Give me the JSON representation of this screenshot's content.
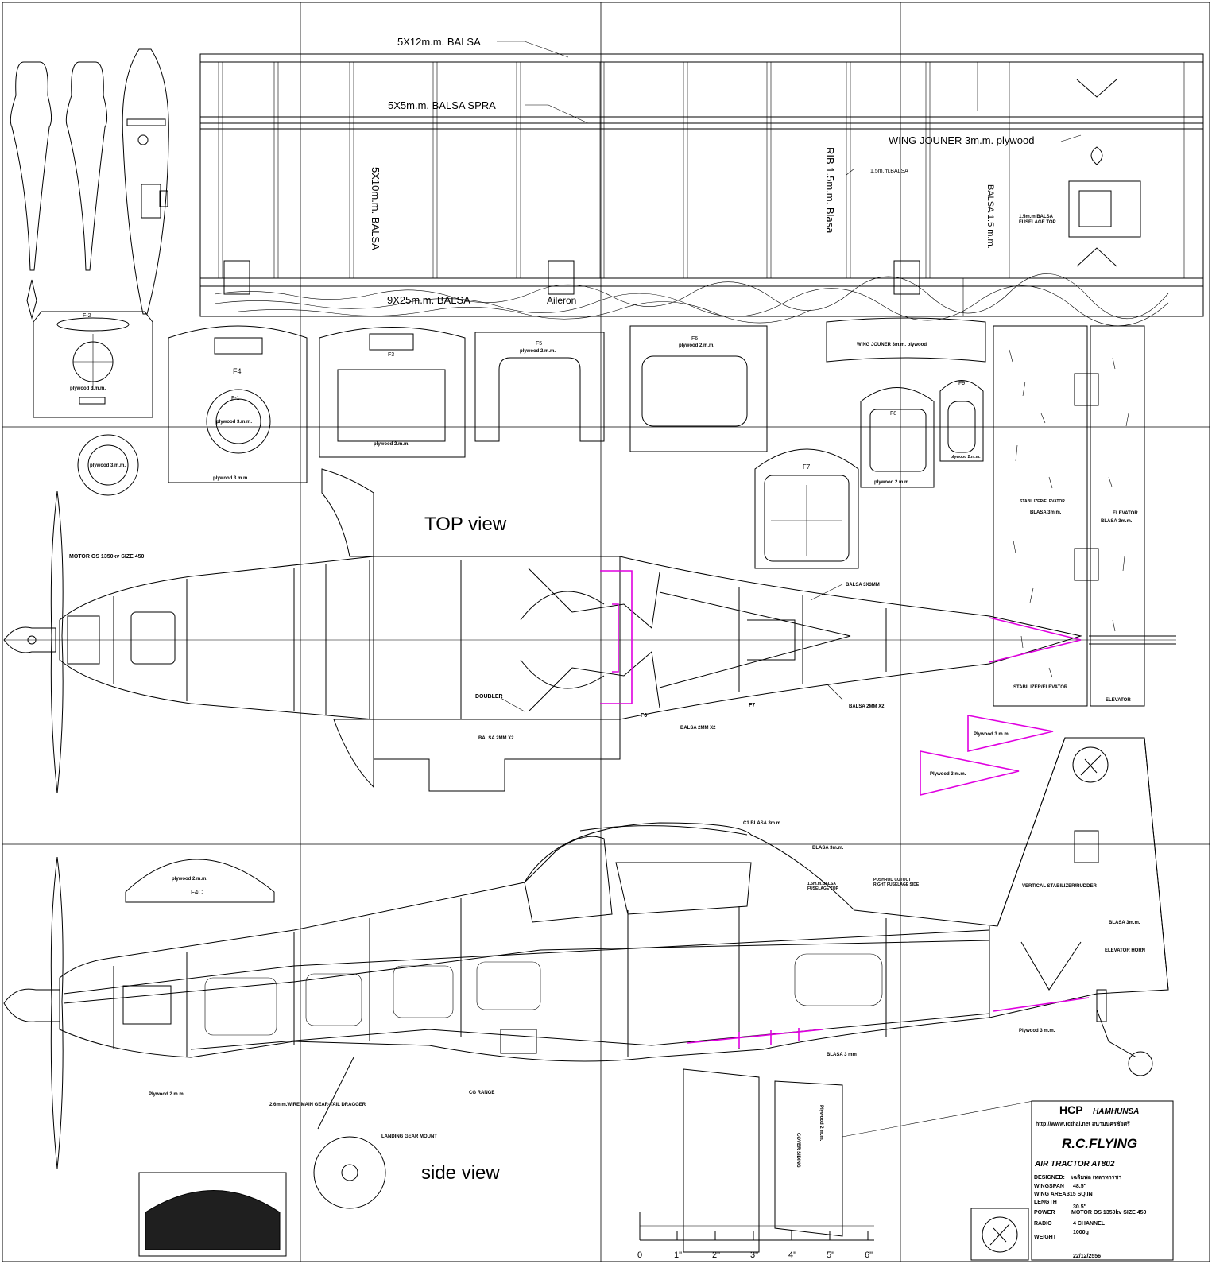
{
  "wing_plan": {
    "spar_top": "5X12m.m. BALSA",
    "spar": "5X5m.m. BALSA SPRA",
    "rib_label": "RIB 1.5m.m. Blasa",
    "rib_small": "1.5m.m.BALSA",
    "joiner": "WING JOUNER 3m.m. plywood",
    "le_label": "5X10m.m. BALSA",
    "te_label": "9X25m.m. BALSA",
    "aileron": "Aileron",
    "balsa_sheet": "BALSA 1.5 m.m.",
    "fuselage_top": "1.5m.m.BALSA\nFUSELAGE TOP"
  },
  "formers": {
    "f2": "F-2",
    "f2_mat": "plywood 3.m.m.",
    "f1_mat": "plywood 3.m.m.",
    "f4": "F4",
    "f1": "F-1",
    "f4_mat": "plywood 3.m.m.",
    "f4_inner": "plywood 3.m.m.",
    "f3": "F3",
    "f3_mat": "plywood 2.m.m.",
    "f5": "F5",
    "f5_mat": "plywood 2.m.m.",
    "f6": "F6",
    "f6_mat": "plywood 2.m.m.",
    "joiner_part": "WING JOUNER 3m.m. plywood",
    "f8": "F8",
    "f8_mat": "plywood 2.m.m.",
    "f9": "F9",
    "f9_mat": "plywood 2.m.m.",
    "f7": "F7",
    "f4c_mat": "plywood 2.m.m.",
    "f4c": "F4C"
  },
  "top_view": {
    "title": "TOP view",
    "motor": "MOTOR OS 1350kv SIZE 450",
    "balsa3x3": "BALSA 3X3MM",
    "doubler": "DOUBLER",
    "balsa2mm": "BALSA 2MM X2",
    "balsa2mm_b": "BALSA 2MM X2",
    "balsa2mm_c": "BALSA 2MM X2",
    "f7": "F7",
    "f6": "F6"
  },
  "stabilizer": {
    "label1": "STABILIZER/ELEVATOR",
    "label2": "BLASA 3m.m.",
    "elevator": "ELEVATOR",
    "elevator_mat": "BLASA 3m.m.",
    "label3": "STABILIZER/ELEVATOR",
    "elevator2": "ELEVATOR",
    "ply1": "Plywood 3 m.m.",
    "ply2": "Plywood 3 m.m."
  },
  "side_view": {
    "title": "side view",
    "c1": "C1 BLASA 3m.m.",
    "blasa3": "BLASA 3m.m.",
    "pushrod": "PUSHROD CUTOUT\nRIGHT FUSELAGE SIDE",
    "fus_top": "1.5m.m.BALSA\nFUSELAGE TOP",
    "vert": "VERTICAL STABILIZER/RUDDER",
    "blasa3b": "BLASA 3m.m.",
    "horn": "ELEVATOR HORN",
    "ply3": "Plywood 3 m.m.",
    "ply2": "Plywood 2 m.m.",
    "wire": "2.6m.m.WIRE MAIN GEAR-TAIL DRAGGER",
    "cg": "CG RANGE",
    "lgm": "LANDING GEAR MOUNT",
    "blasa3mm": "BLASA 3 mm",
    "cover": "COVER SIDING",
    "ply2b": "Plywood 2 m.m."
  },
  "title_block": {
    "brand": "HCP",
    "brand2": "HAMHUNSA",
    "url": "http://www.rcthai.net สนามนครชัยศรี",
    "product": "R.C.FLYING",
    "model": "AIR TRACTOR AT802",
    "designed_label": "DESIGNED:",
    "designed": "เฉลิมพล เหลาหารชา",
    "wingspan_label": "WINGSPAN",
    "wingspan": "48.5\"",
    "wingarea_label": "WING AREA",
    "wingarea": "315 SQ.IN",
    "length_label": "LENGTH",
    "length": "30.5\"",
    "power_label": "POWER",
    "power": "MOTOR OS 1350kv SIZE 450",
    "radio_label": "RADIO",
    "radio": "4 CHANNEL",
    "weight_label": "WEIGHT",
    "weight": "1000g",
    "date": "22/12/2556"
  },
  "ruler": [
    "0",
    "1\"",
    "2\"",
    "3\"",
    "4\"",
    "5\"",
    "6\""
  ]
}
